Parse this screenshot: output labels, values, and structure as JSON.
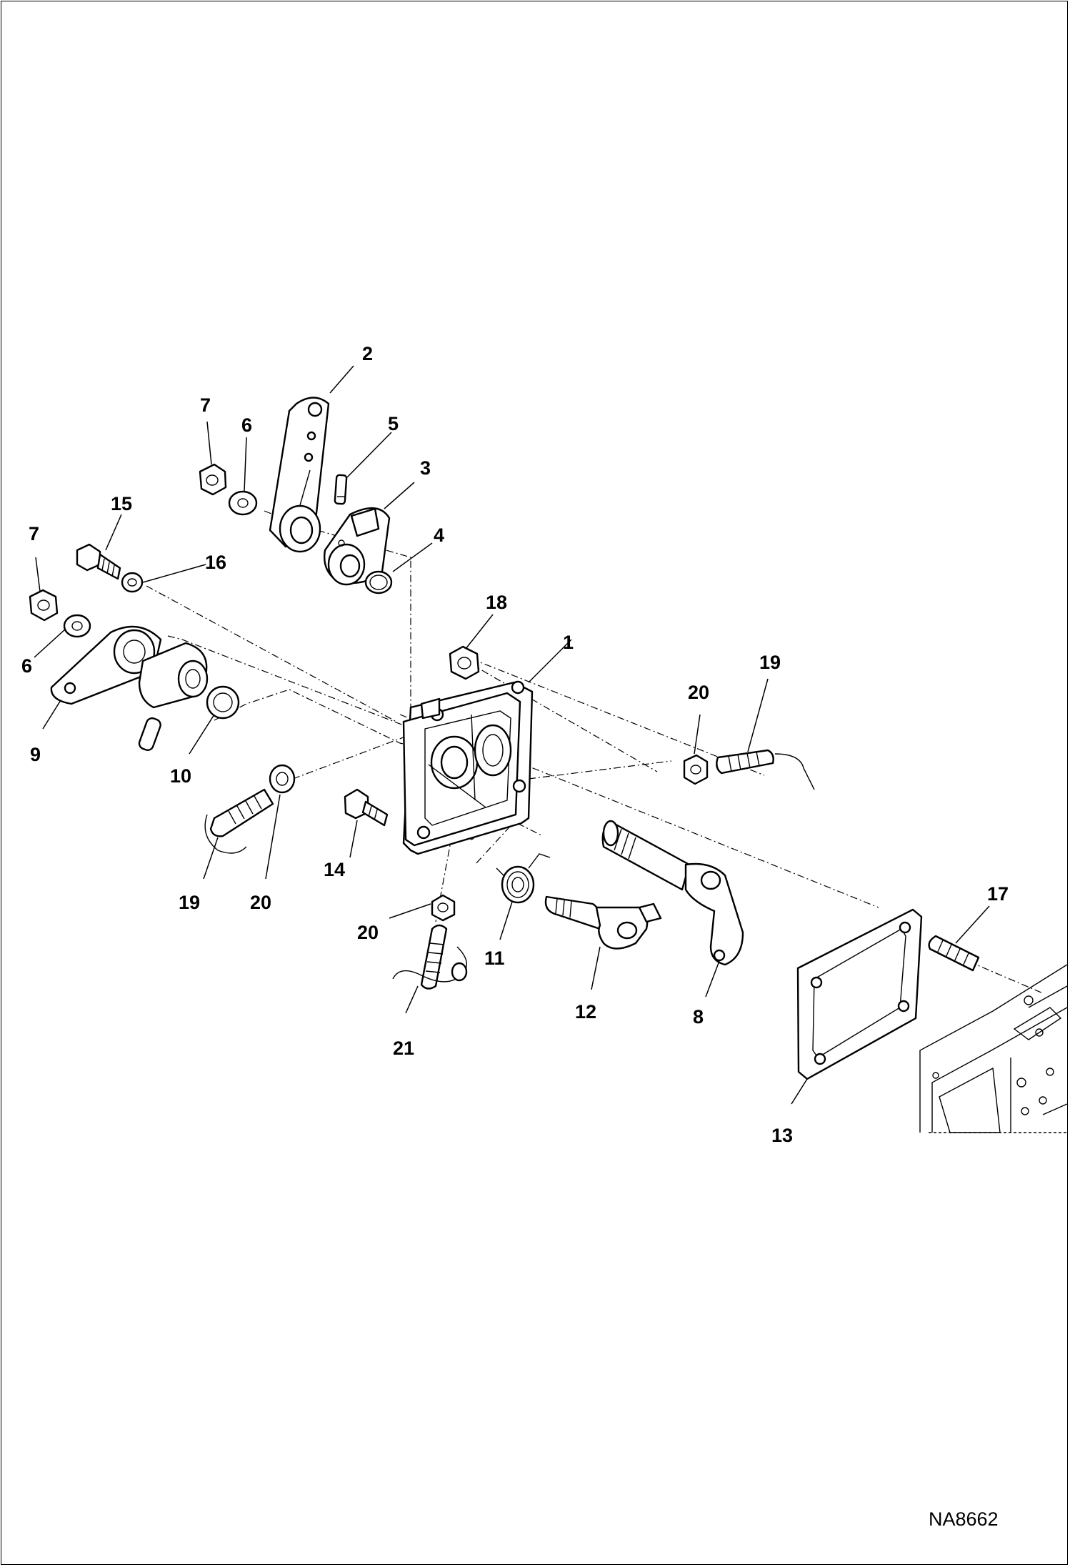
{
  "drawing_code": "NA8662",
  "callouts": {
    "c1": "1",
    "c2": "2",
    "c3": "3",
    "c4": "4",
    "c5": "5",
    "c6a": "6",
    "c6b": "6",
    "c7a": "7",
    "c7b": "7",
    "c8": "8",
    "c9": "9",
    "c10": "10",
    "c11": "11",
    "c12": "12",
    "c13": "13",
    "c14": "14",
    "c15": "15",
    "c16": "16",
    "c17": "17",
    "c18": "18",
    "c19a": "19",
    "c19b": "19",
    "c20a": "20",
    "c20b": "20",
    "c20c": "20",
    "c21": "21"
  }
}
